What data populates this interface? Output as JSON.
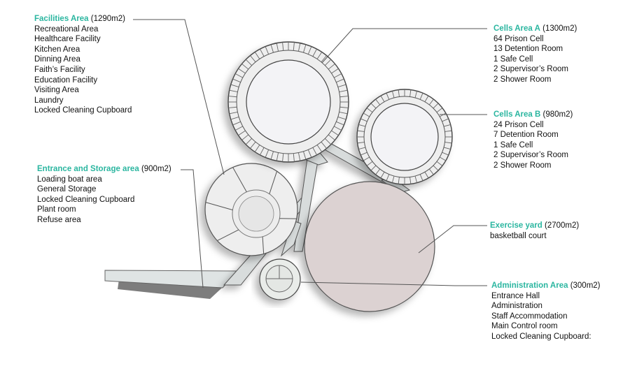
{
  "colors": {
    "accent": "#2bb6a0",
    "leader": "#555555",
    "cell_ring": "#e9e9e9",
    "inner_ring": "#f2f2f4",
    "yard": "#dcd2d2",
    "facility": "#eeeeee",
    "corridor": "#d8dcdc"
  },
  "labels": [
    {
      "id": "facilities",
      "name": "Facilities Area",
      "area": "(1290m2)",
      "items": [
        "Recreational Area",
        "Healthcare Facility",
        "Kitchen Area",
        "Dinning Area",
        "Faith’s Facility",
        "Education Facility",
        "Visiting Area",
        "Laundry",
        "Locked Cleaning Cupboard"
      ]
    },
    {
      "id": "entrance",
      "name": "Entrance and Storage area",
      "area": "(900m2)",
      "items": [
        "Loading boat area",
        "General Storage",
        "Locked Cleaning Cupboard",
        "Plant room",
        "Refuse area"
      ]
    },
    {
      "id": "cells-a",
      "name": "Cells Area A",
      "area": "(1300m2)",
      "items": [
        "64 Prison Cell",
        "13 Detention Room",
        "1 Safe Cell",
        "2 Supervisor’s Room",
        "2 Shower Room"
      ]
    },
    {
      "id": "cells-b",
      "name": "Cells Area B",
      "area": "(980m2)",
      "items": [
        "24 Prison Cell",
        "7 Detention Room",
        "1 Safe Cell",
        "2 Supervisor’s Room",
        "2 Shower Room"
      ]
    },
    {
      "id": "exercise",
      "name": "Exercise yard",
      "area": "(2700m2)",
      "items": [
        "basketball court"
      ]
    },
    {
      "id": "admin",
      "name": "Administration Area",
      "area": "(300m2)",
      "items": [
        "Entrance Hall",
        "Administration",
        "Staff Accommodation",
        "Main Control room",
        "Locked Cleaning Cupboard:"
      ]
    }
  ]
}
